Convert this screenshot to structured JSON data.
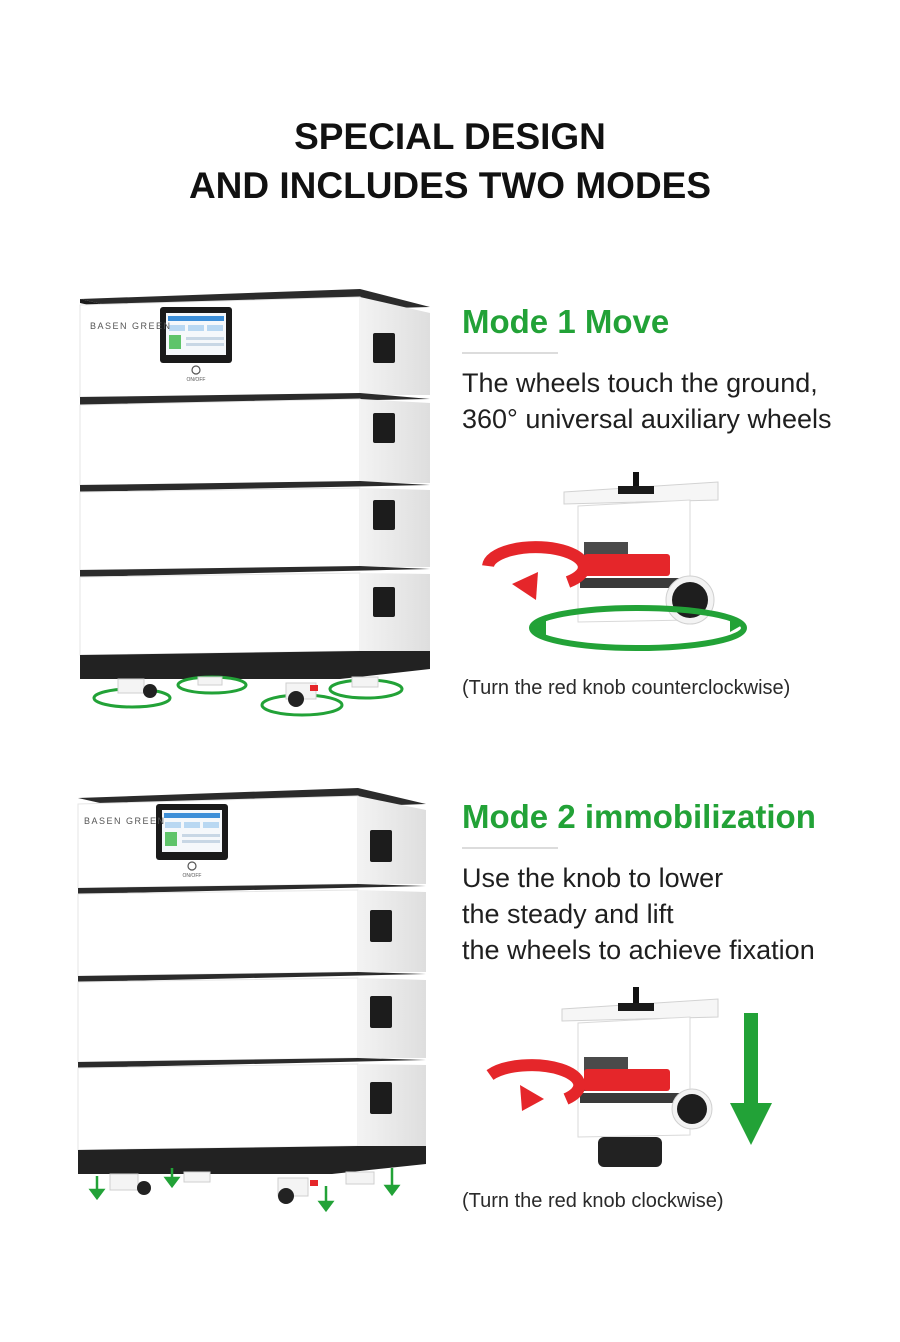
{
  "headline": {
    "line1": "SPECIAL DESIGN",
    "line2": "AND INCLUDES TWO MODES"
  },
  "product": {
    "brand": "BASEN GREEN",
    "power_label": "ON/OFF"
  },
  "modes": [
    {
      "title": "Mode 1 Move",
      "description": [
        "The wheels touch the ground,",
        "360° universal auxiliary wheels"
      ],
      "note": "(Turn the red knob counterclockwise)"
    },
    {
      "title": "Mode 2 immobilization",
      "description": [
        "Use the knob to lower",
        "the steady and lift",
        "the wheels to achieve fixation"
      ],
      "note": "(Turn the red knob clockwise)"
    }
  ],
  "colors": {
    "accent_green": "#22a237",
    "knob_red": "#e5262a",
    "cabinet_white": "#ffffff",
    "cabinet_trim": "#2b2b2b"
  },
  "icons": {
    "rotate_counterclockwise": "rotate-counterclockwise-icon",
    "rotate_clockwise": "rotate-clockwise-icon",
    "rotate_360": "rotate-360-icon",
    "arrow_down": "arrow-down-icon"
  }
}
